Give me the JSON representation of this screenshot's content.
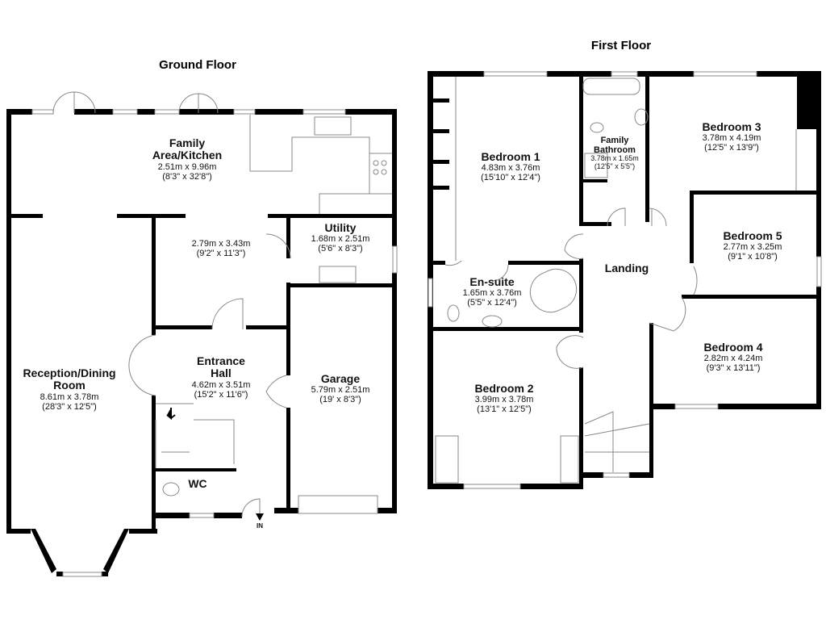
{
  "ground_floor": {
    "title": "Ground Floor",
    "entrance_marker": "IN",
    "rooms": [
      {
        "name": "Family\nArea/Kitchen",
        "line1": "Family",
        "line2": "Area/Kitchen",
        "metric": "2.51m x 9.96m",
        "imperial": "(8'3\" x 32'8\")"
      },
      {
        "name": "",
        "metric": "2.79m x 3.43m",
        "imperial": "(9'2\" x 11'3\")"
      },
      {
        "name": "Utility",
        "metric": "1.68m x 2.51m",
        "imperial": "(5'6\" x 8'3\")"
      },
      {
        "line1": "Reception/Dining",
        "line2": "Room",
        "metric": "8.61m x 3.78m",
        "imperial": "(28'3\" x 12'5\")"
      },
      {
        "line1": "Entrance",
        "line2": "Hall",
        "metric": "4.62m x 3.51m",
        "imperial": "(15'2\" x 11'6\")"
      },
      {
        "name": "Garage",
        "metric": "5.79m x 2.51m",
        "imperial": "(19' x 8'3\")"
      },
      {
        "name": "WC"
      }
    ]
  },
  "first_floor": {
    "title": "First Floor",
    "rooms": [
      {
        "name": "Bedroom 1",
        "metric": "4.83m x 3.76m",
        "imperial": "(15'10\" x 12'4\")"
      },
      {
        "line1": "Family",
        "line2": "Bathroom",
        "metric": "3.78m x 1.65m",
        "imperial": "(12'5\" x 5'5\")"
      },
      {
        "name": "Bedroom 3",
        "metric": "3.78m x 4.19m",
        "imperial": "(12'5\" x 13'9\")"
      },
      {
        "name": "Bedroom 5",
        "metric": "2.77m x 3.25m",
        "imperial": "(9'1\" x 10'8\")"
      },
      {
        "name": "Landing"
      },
      {
        "name": "En-suite",
        "metric": "1.65m x 3.76m",
        "imperial": "(5'5\" x 12'4\")"
      },
      {
        "name": "Bedroom 4",
        "metric": "2.82m x 4.24m",
        "imperial": "(9'3\" x 13'11\")"
      },
      {
        "name": "Bedroom 2",
        "metric": "3.99m x 3.78m",
        "imperial": "(13'1\" x 12'5\")"
      }
    ]
  }
}
